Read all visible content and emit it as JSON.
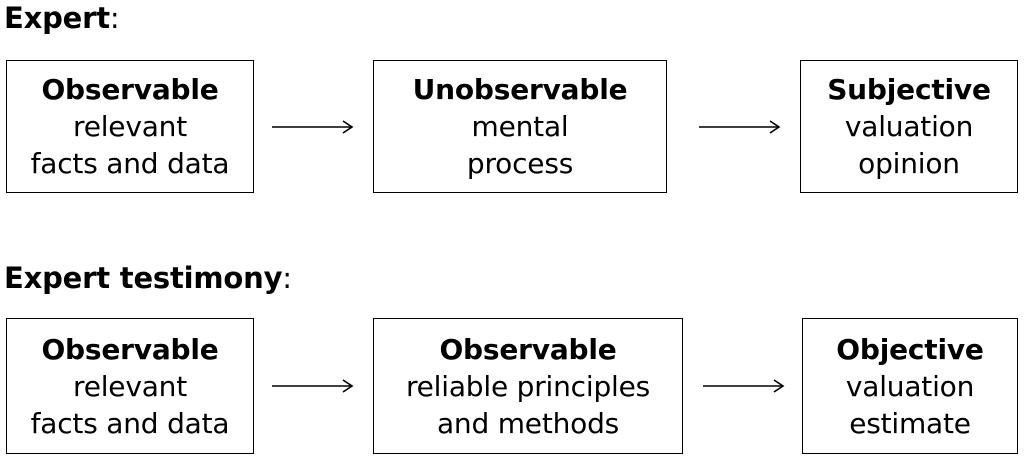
{
  "flows": [
    {
      "title": "Expert",
      "title_suffix": ":",
      "boxes": [
        {
          "heading": "Observable",
          "lines": [
            "relevant",
            "facts and data"
          ]
        },
        {
          "heading": "Unobservable",
          "lines": [
            "mental",
            "process"
          ]
        },
        {
          "heading": "Subjective",
          "lines": [
            "valuation",
            "opinion"
          ]
        }
      ]
    },
    {
      "title": "Expert testimony",
      "title_suffix": ":",
      "boxes": [
        {
          "heading": "Observable",
          "lines": [
            "relevant",
            "facts and data"
          ]
        },
        {
          "heading": "Observable",
          "lines": [
            "reliable principles",
            "and methods"
          ]
        },
        {
          "heading": "Objective",
          "lines": [
            "valuation",
            "estimate"
          ]
        }
      ]
    }
  ]
}
